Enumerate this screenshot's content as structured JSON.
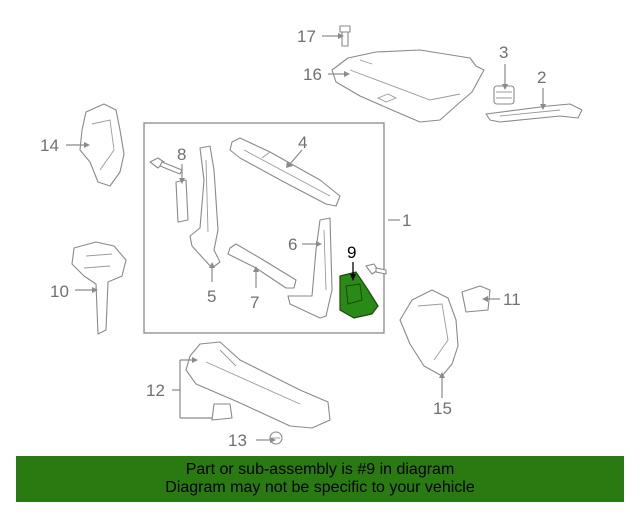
{
  "diagram": {
    "highlight_color": "#2a8a18",
    "callouts": [
      {
        "id": "1",
        "label": "1"
      },
      {
        "id": "2",
        "label": "2"
      },
      {
        "id": "3",
        "label": "3"
      },
      {
        "id": "4",
        "label": "4"
      },
      {
        "id": "5",
        "label": "5"
      },
      {
        "id": "6",
        "label": "6"
      },
      {
        "id": "7",
        "label": "7"
      },
      {
        "id": "8",
        "label": "8"
      },
      {
        "id": "9",
        "label": "9",
        "highlighted": true
      },
      {
        "id": "10",
        "label": "10"
      },
      {
        "id": "11",
        "label": "11"
      },
      {
        "id": "12",
        "label": "12"
      },
      {
        "id": "13",
        "label": "13"
      },
      {
        "id": "14",
        "label": "14"
      },
      {
        "id": "15",
        "label": "15"
      },
      {
        "id": "16",
        "label": "16"
      },
      {
        "id": "17",
        "label": "17"
      }
    ]
  },
  "banner": {
    "line1": "Part or sub-assembly is #9 in diagram",
    "line2": "Diagram may not be specific to your vehicle",
    "background": "#2a7a12"
  }
}
